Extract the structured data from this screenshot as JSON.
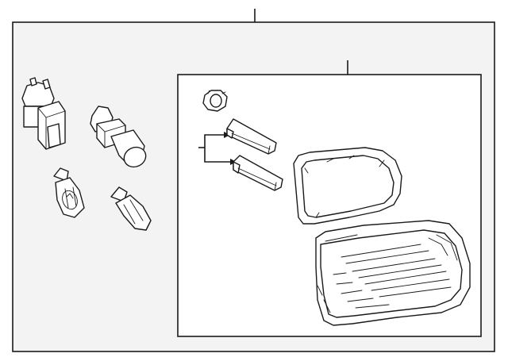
{
  "diagram": {
    "colors": {
      "stroke": "#1a1a1a",
      "frame_fill": "#f3f3f3",
      "part_fill": "#ffffff"
    },
    "parts": [
      {
        "name": "socket-large",
        "icon": "bulb-socket-icon"
      },
      {
        "name": "socket-medium",
        "icon": "bulb-socket-icon"
      },
      {
        "name": "bulb-small-left",
        "icon": "wedge-bulb-icon"
      },
      {
        "name": "bulb-small-right",
        "icon": "wedge-bulb-icon"
      },
      {
        "name": "grommet",
        "icon": "grommet-icon"
      },
      {
        "name": "bracket-upper",
        "icon": "bracket-icon"
      },
      {
        "name": "bracket-lower",
        "icon": "bracket-icon"
      },
      {
        "name": "gasket",
        "icon": "gasket-icon"
      },
      {
        "name": "tail-lamp-lens",
        "icon": "lamp-lens-icon"
      }
    ]
  }
}
